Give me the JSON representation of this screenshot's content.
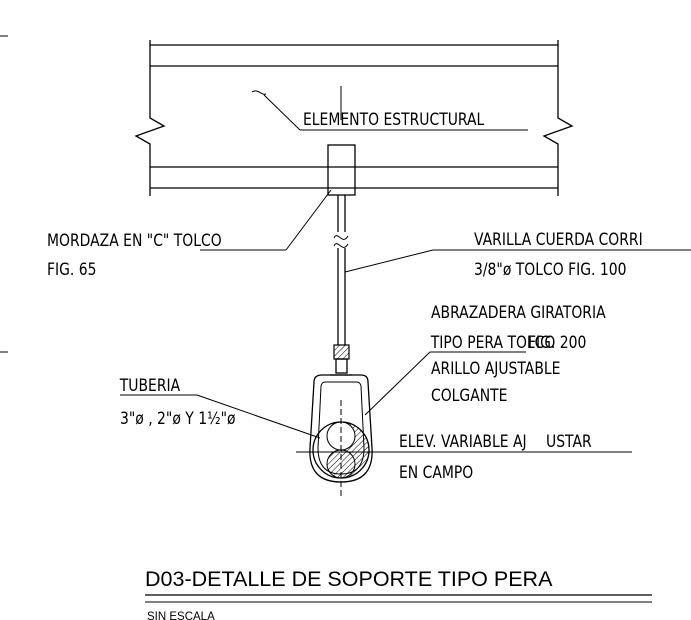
{
  "labels": {
    "structure": "ELEMENTO ESTRUCTURAL",
    "clamp_line1": "MORDAZA EN \"C\" TOLCO",
    "clamp_line2": "FIG. 65",
    "rod_line1": "VARILLA CUERDA CORRI",
    "rod_line2": "3/8\"ø TOLCO FIG. 100",
    "hanger_line1": "ABRAZADERA GIRATORIA",
    "hanger_line2a": "TIPO PERA TOLCO",
    "hanger_line2b": " FIG. 200",
    "hanger_line3": "ARILLO AJUSTABLE",
    "hanger_line4": "COLGANTE",
    "pipe_line1": "TUBERIA",
    "pipe_line2": "3\"ø , 2\"ø Y 1½\"ø",
    "elev_line1a": "ELEV. VARIABLE AJ",
    "elev_line1b": "USTAR",
    "elev_line2": "EN CAMPO"
  },
  "title": "D03-DETALLE DE SOPORTE TIPO PERA",
  "scale_note": "SIN ESCALA"
}
